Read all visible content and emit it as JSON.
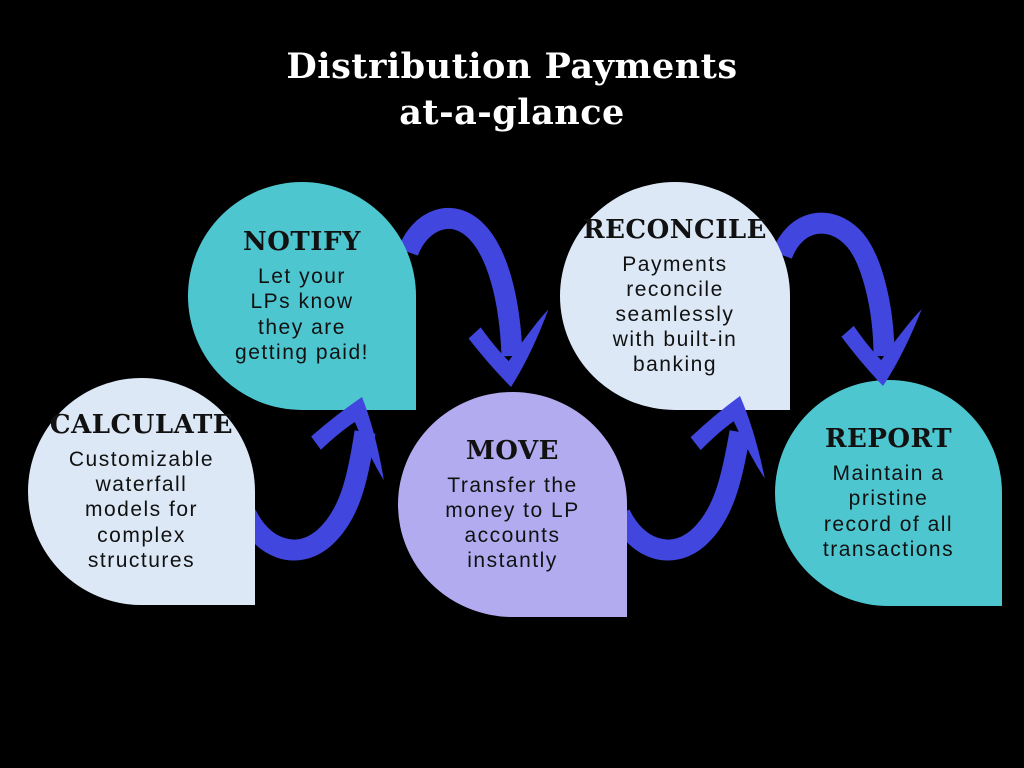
{
  "title": {
    "line1": "Distribution Payments",
    "line2": "at-a-glance"
  },
  "colors": {
    "background": "#000000",
    "teal": "#4ec6d0",
    "pale_blue": "#dce8f6",
    "lavender": "#b2abef",
    "arrow_blue": "#4146de",
    "text_dark": "#111111",
    "title_white": "#ffffff"
  },
  "steps": {
    "calculate": {
      "heading": "CALCULATE",
      "body": "Customizable\nwaterfall\nmodels for\ncomplex\nstructures"
    },
    "notify": {
      "heading": "NOTIFY",
      "body": "Let your\nLPs know\nthey are\ngetting paid!"
    },
    "move": {
      "heading": "MOVE",
      "body": "Transfer the\nmoney to LP\naccounts\ninstantly"
    },
    "reconcile": {
      "heading": "RECONCILE",
      "body": "Payments\nreconcile\nseamlessly\nwith built-in\nbanking"
    },
    "report": {
      "heading": "REPORT",
      "body": "Maintain a\npristine\nrecord of all\ntransactions"
    }
  },
  "flow_order": [
    "calculate",
    "notify",
    "move",
    "reconcile",
    "report"
  ],
  "arrows": [
    {
      "from": "calculate",
      "to": "notify"
    },
    {
      "from": "notify",
      "to": "move"
    },
    {
      "from": "move",
      "to": "reconcile"
    },
    {
      "from": "reconcile",
      "to": "report"
    }
  ]
}
